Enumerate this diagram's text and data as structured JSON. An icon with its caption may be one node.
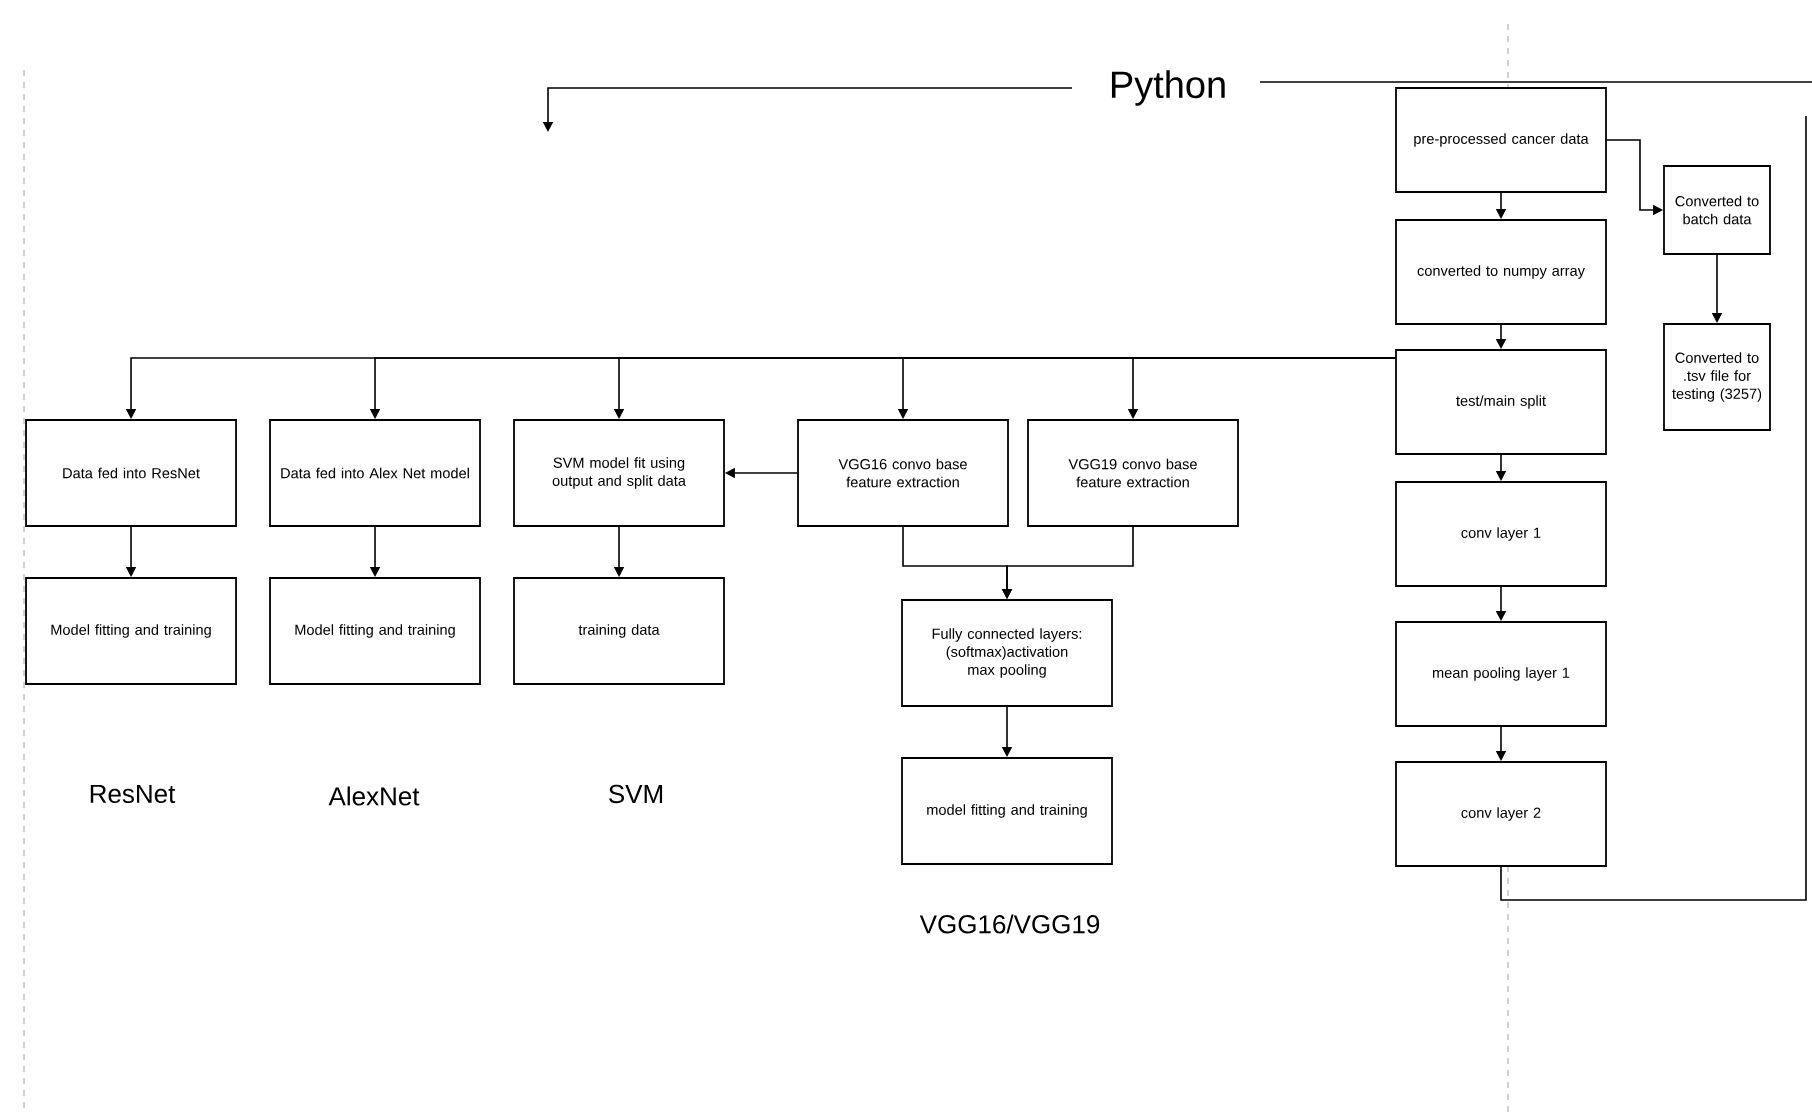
{
  "diagram": {
    "title": "Python",
    "nodes": [
      {
        "text": [
          "pre-processed cancer data"
        ]
      },
      {
        "text": [
          "converted to numpy array"
        ]
      },
      {
        "text": [
          "test/main split"
        ]
      },
      {
        "text": [
          "conv layer 1"
        ]
      },
      {
        "text": [
          "mean pooling layer 1"
        ]
      },
      {
        "text": [
          "conv layer 2"
        ]
      },
      {
        "text": [
          "Converted to batch data"
        ]
      },
      {
        "text": [
          "Converted to .tsv file for testing (3257)"
        ]
      },
      {
        "text": [
          "Data fed into ResNet"
        ]
      },
      {
        "text": [
          "Data fed into Alex Net model"
        ]
      },
      {
        "text": [
          "SVM model fit using output and split data"
        ]
      },
      {
        "text": [
          "VGG16 convo base feature extraction"
        ]
      },
      {
        "text": [
          "VGG19 convo base feature extraction"
        ]
      },
      {
        "text": [
          "Model fitting and training"
        ]
      },
      {
        "text": [
          "Model fitting and training"
        ]
      },
      {
        "text": [
          "training data"
        ]
      },
      {
        "text": [
          "Fully connected layers: (softmax)activation max pooling"
        ]
      },
      {
        "text": [
          "model fitting and training"
        ]
      }
    ],
    "edges": [
      {
        "from": 0,
        "to": 1,
        "arrow": "to"
      },
      {
        "from": 1,
        "to": 2,
        "arrow": "to"
      },
      {
        "from": 2,
        "to": 3,
        "arrow": "to"
      },
      {
        "from": 3,
        "to": 4,
        "arrow": "to"
      },
      {
        "from": 4,
        "to": 5,
        "arrow": "to"
      },
      {
        "from": 0,
        "to": 6,
        "arrow": "to"
      },
      {
        "from": 6,
        "to": 7,
        "arrow": "to"
      },
      {
        "from": 2,
        "to": 8,
        "arrow": "to"
      },
      {
        "from": 2,
        "to": 9,
        "arrow": "to"
      },
      {
        "from": 2,
        "to": 10,
        "arrow": "to"
      },
      {
        "from": 2,
        "to": 11,
        "arrow": "to"
      },
      {
        "from": 2,
        "to": 12,
        "arrow": "to"
      },
      {
        "from": 11,
        "to": 10,
        "arrow": "to"
      },
      {
        "from": 8,
        "to": 13,
        "arrow": "to"
      },
      {
        "from": 9,
        "to": 14,
        "arrow": "to"
      },
      {
        "from": 10,
        "to": 15,
        "arrow": "to"
      },
      {
        "from": 11,
        "to": 16,
        "arrow": "to"
      },
      {
        "from": 12,
        "to": 16,
        "arrow": "to"
      },
      {
        "from": 16,
        "to": 17,
        "arrow": "to"
      },
      {
        "from": 5,
        "to": null,
        "arrow": "none"
      }
    ],
    "labels": [
      "ResNet",
      "AlexNet",
      "SVM",
      "VGG16/VGG19"
    ]
  }
}
